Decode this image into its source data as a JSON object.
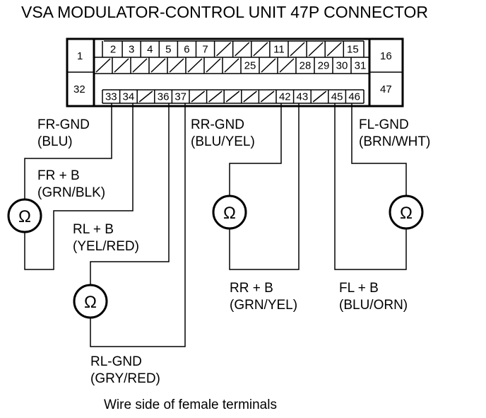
{
  "title": "VSA MODULATOR-CONTROL UNIT 47P CONNECTOR",
  "caption": "Wire side of female terminals",
  "connector": {
    "side_top_left": "1",
    "side_bottom_left": "32",
    "side_top_right": "16",
    "side_bottom_right": "47",
    "row1": [
      "2",
      "3",
      "4",
      "5",
      "6",
      "7",
      "",
      "",
      "",
      "11",
      "",
      "",
      "",
      "15"
    ],
    "row2": [
      "",
      "",
      "",
      "",
      "",
      "",
      "",
      "",
      "25",
      "",
      "",
      "28",
      "29",
      "30",
      "31"
    ],
    "row3": [
      "33",
      "34",
      "",
      "36",
      "37",
      "",
      "",
      "",
      "",
      "",
      "42",
      "43",
      "",
      "45",
      "46"
    ]
  },
  "meters": {
    "symbol": "Ω",
    "fr": {
      "gnd_label": "FR-GND",
      "gnd_color": "(BLU)",
      "b_label": "FR  + B",
      "b_color": "(GRN/BLK)"
    },
    "rl": {
      "b_label": "RL  + B",
      "b_color": "(YEL/RED)",
      "gnd_label": "RL-GND",
      "gnd_color": "(GRY/RED)"
    },
    "rr": {
      "gnd_label": "RR-GND",
      "gnd_color": "(BLU/YEL)",
      "b_label": "RR  + B",
      "b_color": "(GRN/YEL)"
    },
    "fl": {
      "gnd_label": "FL-GND",
      "gnd_color": "(BRN/WHT)",
      "b_label": "FL  + B",
      "b_color": "(BLU/ORN)"
    }
  }
}
